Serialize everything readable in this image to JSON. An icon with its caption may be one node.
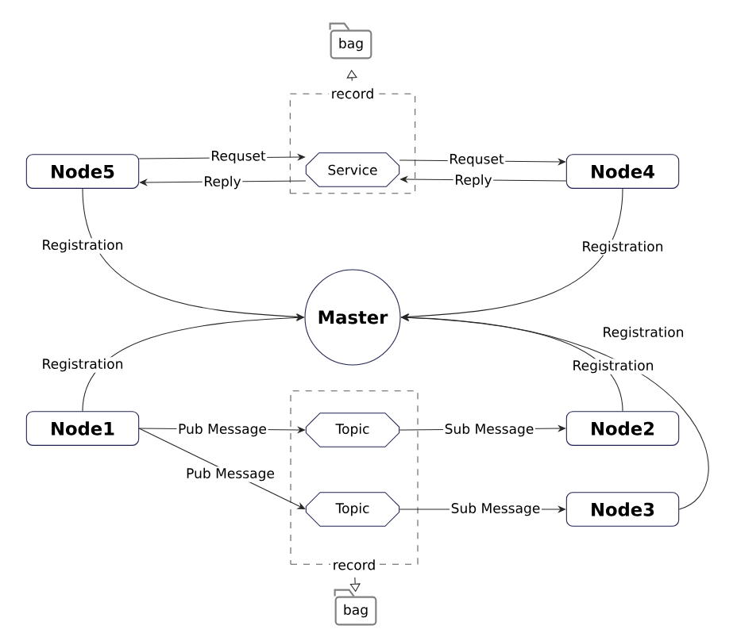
{
  "diagram": {
    "nodes": [
      {
        "text": [
          "bag"
        ]
      },
      {
        "text": [
          "record"
        ]
      },
      {
        "text": [
          "Service"
        ],
        "in": 1
      },
      {
        "text": [
          "Node5"
        ]
      },
      {
        "text": [
          "Node4"
        ]
      },
      {
        "text": [
          "Master"
        ]
      },
      {
        "text": [
          "Node1"
        ]
      },
      {
        "text": [
          "Node2"
        ]
      },
      {
        "text": [
          "record"
        ]
      },
      {
        "text": [
          "Topic"
        ],
        "in": 8
      },
      {
        "text": [
          "Topic"
        ],
        "in": 8
      },
      {
        "text": [
          "Node3"
        ]
      },
      {
        "text": [
          "bag"
        ]
      }
    ],
    "edges": [
      {
        "from": 3,
        "to": 2,
        "arrow": "to",
        "label": "Requset"
      },
      {
        "from": 2,
        "to": 3,
        "arrow": "to",
        "label": "Reply"
      },
      {
        "from": 2,
        "to": 4,
        "arrow": "to",
        "label": "Requset"
      },
      {
        "from": 4,
        "to": 2,
        "arrow": "to",
        "label": "Reply"
      },
      {
        "from": 3,
        "to": 5,
        "arrow": "to",
        "label": "Registration"
      },
      {
        "from": 4,
        "to": 5,
        "arrow": "to",
        "label": "Registration"
      },
      {
        "from": 6,
        "to": 5,
        "arrow": "to",
        "label": "Registration"
      },
      {
        "from": 7,
        "to": 5,
        "arrow": "to",
        "label": "Registration"
      },
      {
        "from": 11,
        "to": 5,
        "arrow": "to",
        "label": "Registration"
      },
      {
        "from": 6,
        "to": 9,
        "arrow": "to",
        "label": "Pub Message"
      },
      {
        "from": 6,
        "to": 10,
        "arrow": "to",
        "label": "Pub Message"
      },
      {
        "from": 9,
        "to": 7,
        "arrow": "to",
        "label": "Sub Message"
      },
      {
        "from": 10,
        "to": 11,
        "arrow": "to",
        "label": "Sub Message"
      },
      {
        "from": 1,
        "to": 0,
        "arrow": "to"
      },
      {
        "from": 8,
        "to": 12,
        "arrow": "to"
      }
    ]
  }
}
